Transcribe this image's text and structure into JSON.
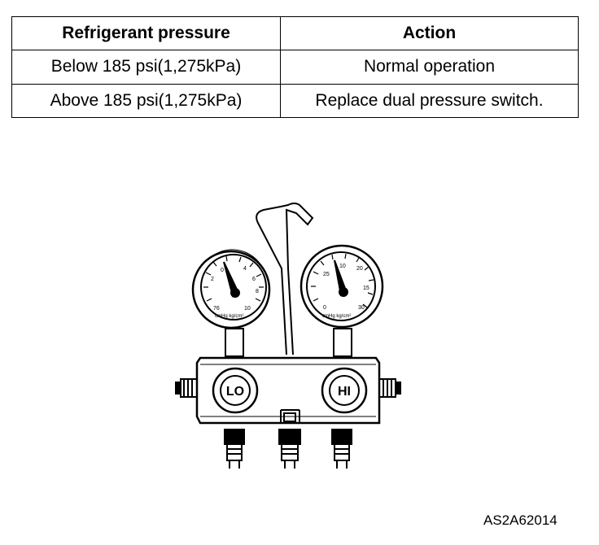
{
  "table": {
    "headers": [
      "Refrigerant pressure",
      "Action"
    ],
    "rows": [
      [
        "Below 185 psi(1,275kPa)",
        "Normal operation"
      ],
      [
        "Above 185 psi(1,275kPa)",
        "Replace dual pressure switch."
      ]
    ]
  },
  "figure": {
    "lo_label": "LO",
    "hi_label": "HI",
    "lo_gauge": {
      "ticks": [
        "0",
        "2",
        "4",
        "6",
        "8",
        "76",
        "10"
      ],
      "units": "cmHg kg/cm²"
    },
    "hi_gauge": {
      "ticks": [
        "10",
        "20",
        "15",
        "25",
        "30",
        "0"
      ],
      "units": "cmHg kg/cm²"
    },
    "figure_id": "AS2A62014"
  }
}
